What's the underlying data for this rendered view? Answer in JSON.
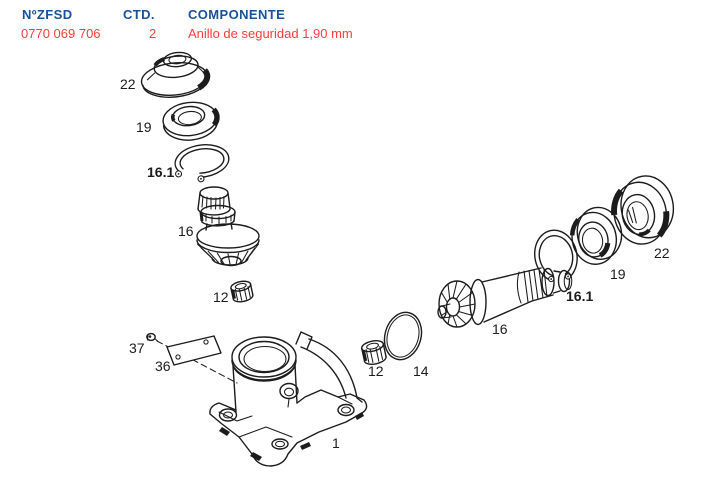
{
  "table": {
    "columns": [
      {
        "label": "NºZFSD"
      },
      {
        "label": "CTD."
      },
      {
        "label": "COMPONENTE"
      }
    ],
    "row": {
      "part_number": "0770 069 706",
      "quantity": "2",
      "component": "Anillo de seguridad 1,90 mm"
    }
  },
  "colors": {
    "header_blue": "#17529c",
    "highlight_red": "#fb3d3d",
    "line_art": "#1c1c1c",
    "background": "#ffffff"
  },
  "diagram": {
    "type": "exploded-parts-view",
    "callouts": [
      {
        "label": "22",
        "highlighted": false
      },
      {
        "label": "19",
        "highlighted": false
      },
      {
        "label": "16.1",
        "highlighted": true
      },
      {
        "label": "16",
        "highlighted": false
      },
      {
        "label": "12",
        "highlighted": false
      },
      {
        "label": "37",
        "highlighted": false
      },
      {
        "label": "36",
        "highlighted": false
      },
      {
        "label": "1",
        "highlighted": false
      },
      {
        "label": "12",
        "highlighted": false
      },
      {
        "label": "14",
        "highlighted": false
      },
      {
        "label": "16",
        "highlighted": false
      },
      {
        "label": "16.1",
        "highlighted": true
      },
      {
        "label": "19",
        "highlighted": false
      },
      {
        "label": "22",
        "highlighted": false
      }
    ]
  }
}
